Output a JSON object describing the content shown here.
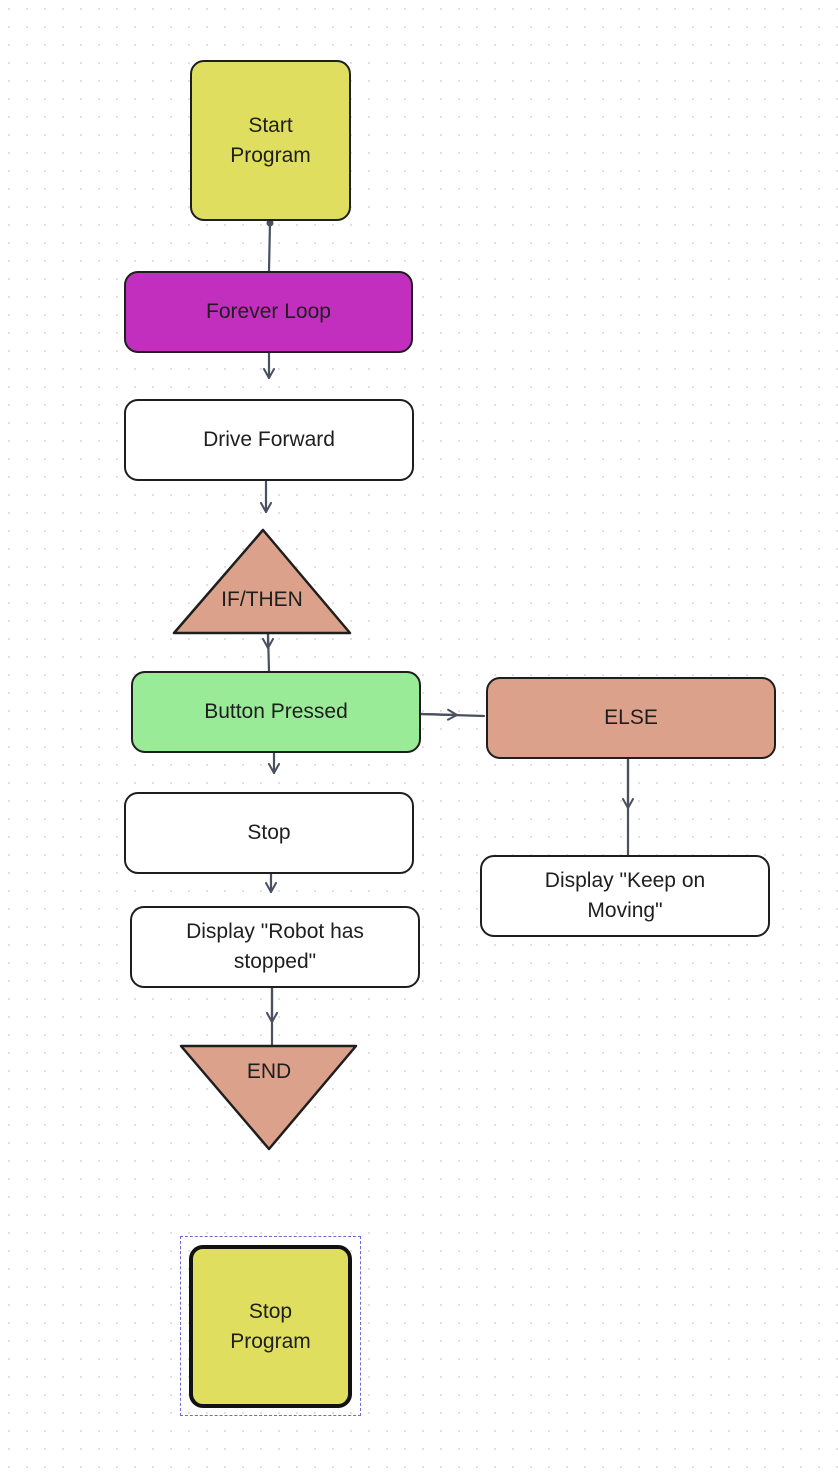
{
  "diagram": {
    "nodes": {
      "start_program": {
        "label": "Start\nProgram",
        "fill": "#dfde5f"
      },
      "forever_loop": {
        "label": "Forever Loop",
        "fill": "#c22fbf"
      },
      "drive_forward": {
        "label": "Drive Forward",
        "fill": "#ffffff"
      },
      "if_then": {
        "label": "IF/THEN",
        "fill": "#dca18a"
      },
      "button_pressed": {
        "label": "Button Pressed",
        "fill": "#9aeb98"
      },
      "else": {
        "label": "ELSE",
        "fill": "#dca18a"
      },
      "stop": {
        "label": "Stop",
        "fill": "#ffffff"
      },
      "display_robot_stopped": {
        "label": "Display \"Robot has\nstopped\"",
        "fill": "#ffffff"
      },
      "display_keep_moving": {
        "label": "Display \"Keep on\nMoving\"",
        "fill": "#ffffff"
      },
      "end": {
        "label": "END",
        "fill": "#dca18a"
      },
      "stop_program": {
        "label": "Stop\nProgram",
        "fill": "#dfde5f"
      }
    },
    "edges": [
      {
        "from": "start_program",
        "to": "forever_loop"
      },
      {
        "from": "forever_loop",
        "to": "drive_forward"
      },
      {
        "from": "drive_forward",
        "to": "if_then"
      },
      {
        "from": "if_then",
        "to": "button_pressed"
      },
      {
        "from": "button_pressed",
        "to": "else"
      },
      {
        "from": "button_pressed",
        "to": "stop"
      },
      {
        "from": "else",
        "to": "display_keep_moving"
      },
      {
        "from": "stop",
        "to": "display_robot_stopped"
      },
      {
        "from": "display_robot_stopped",
        "to": "end"
      }
    ],
    "selected_node": "stop_program",
    "colors": {
      "stroke": "#1e1e1e",
      "connector": "#4a5060",
      "selection": "#6b6bd6"
    }
  }
}
